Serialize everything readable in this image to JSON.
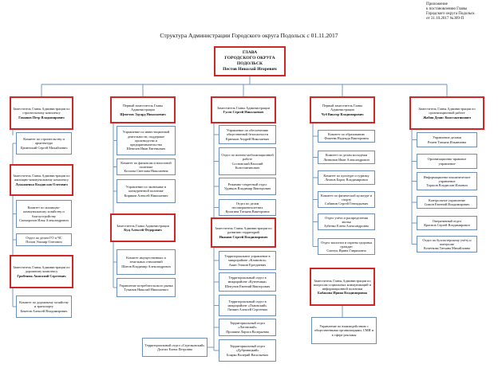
{
  "annex": {
    "line1": "Приложение",
    "line2": "к постановлению Главы",
    "line3": "Городского округа Подольск",
    "line4": "от 31.10.2017 №309-П"
  },
  "title": "Структура Администрации Городского округа Подольск с 01.11.2017",
  "colors": {
    "box_border": "#6b8fb8",
    "red_border": "#d22626",
    "line": "#6b8fb8"
  },
  "head": {
    "line1": "ГЛАВА",
    "line2": "ГОРОДСКОГО ОКРУГА",
    "line3": "ПОДОЛЬСК",
    "person": "Пестов Николай Игоревич"
  },
  "nodes": [
    {
      "id": "c1-deputy",
      "red": true,
      "text": "Заместитель Главы Администрации по строительному комплексу",
      "person": "Гаманов Петр Владимирович"
    },
    {
      "id": "c1-build",
      "red": false,
      "text": "Комитет по строительству и архитектуре",
      "person": "Цилинский Сергей Михайлович"
    },
    {
      "id": "c1-deputy2",
      "red": true,
      "text": "Заместитель Главы Администрации по жилищно-коммунальному комплексу",
      "person": "Лукьяненко Владислав Олегович"
    },
    {
      "id": "c1-zhkh",
      "red": false,
      "text": "Комитет по жилищно-коммунальному хозяйству и благоустройству",
      "person": "Скоморохов Илья Александрович"
    },
    {
      "id": "c1-gochs",
      "red": false,
      "text": "Отдел по делам ГО и ЧС",
      "person": "Попов Эльмир Олегович"
    },
    {
      "id": "c1-deputy3",
      "red": true,
      "text": "Заместитель Главы Администрации по дорожному комплексу",
      "person": "Грибенюк Анатолий Сергеевич"
    },
    {
      "id": "c1-roads",
      "red": false,
      "text": "Комитет по дорожному хозяйству и транспорту",
      "person": "Бекетов Алексей Владимирович"
    },
    {
      "id": "c2-first",
      "red": true,
      "text": "Первый заместитель Главы Администрации",
      "person": "Щепетов Эдуард Николаевич"
    },
    {
      "id": "c2-invest",
      "red": false,
      "text": "Управление по инвестиционной деятельности, поддержке производства и предпринимательства",
      "person": "Шевелев Иван Евгеньевич"
    },
    {
      "id": "c2-finance",
      "red": false,
      "text": "Комитет по финансам и налоговой политике",
      "person": "Козлова Светлана Николаевна"
    },
    {
      "id": "c2-economy",
      "red": false,
      "text": "Управление по экономике и конкурентной политике",
      "person": "Кириков Алексей Николаевич"
    },
    {
      "id": "c2-deputy",
      "red": true,
      "text": "Заместитель Главы Администрации",
      "person": "Куц Алексей Федорович"
    },
    {
      "id": "c2-property",
      "red": false,
      "text": "Комитет имущественных и земельных отношений",
      "person": "Шитов Владимир Александрович"
    },
    {
      "id": "c2-consumer",
      "red": false,
      "text": "Управление потребительского рынка",
      "person": "Туманов Николай Николаевич"
    },
    {
      "id": "c3-deputy",
      "red": true,
      "text": "Заместитель Главы Администрации",
      "person": "Гусев Сергей Николаевич"
    },
    {
      "id": "c3-safety",
      "red": false,
      "text": "Управление по обеспечению общественной безопасности",
      "person": "Крючков Андрей Николаевич"
    },
    {
      "id": "c3-military",
      "red": false,
      "text": "Отдел по военно-мобилизационной работе",
      "person": "Сосновский Василий Константинович"
    },
    {
      "id": "c3-secret",
      "red": false,
      "text": "Режимно-секретный отдел",
      "person": "Удинцов Владимир Викторович"
    },
    {
      "id": "c3-minors",
      "red": false,
      "text": "Отдел по делам несовершеннолетних",
      "person": "Кулагина Татьяна Викторовна"
    },
    {
      "id": "c3-deputy2",
      "red": true,
      "text": "Заместитель Главы Администрации по развитию территорий",
      "person": "Ивашов Сергей Владимирович"
    },
    {
      "id": "c3-klimovsk",
      "red": false,
      "text": "Территориальное управление в микрорайоне «Климовск»",
      "person": "Акин Эльчин Ергедиевич"
    },
    {
      "id": "c3-kuznechiki",
      "red": false,
      "text": "Территориальный отдел в микрорайоне «Кузнечики»",
      "person": "Шепунов Евгений Викторович"
    },
    {
      "id": "c3-lvovsky",
      "red": false,
      "text": "Территориальный отдел в микрорайоне «Львовский»",
      "person": "Литвин Алексей Сергеевич"
    },
    {
      "id": "c3-lagovsky",
      "red": false,
      "text": "Территориальный отдел «Лаговский»",
      "person": "Прошина Лариса Валерьевна"
    },
    {
      "id": "c3-dubrovitsky",
      "red": false,
      "text": "Территориальный отдел «Дубровицкий»",
      "person": "Боярко Валерий Васильевич"
    },
    {
      "id": "c3-strelkovsky",
      "red": false,
      "text": "Территориальный отдел «Стрелковский»",
      "person": "Долгих Елена Петровна"
    },
    {
      "id": "c4-first",
      "red": true,
      "text": "Первый заместитель Главы Администрации",
      "person": "Чуб Виктор Владимирович"
    },
    {
      "id": "c4-education",
      "red": false,
      "text": "Комитет по образованию",
      "person": "Фокеева Надежда Викторовна"
    },
    {
      "id": "c4-youth",
      "red": false,
      "text": "Комитет по делам молодёжи",
      "person": "Литвинов Иван Александрович"
    },
    {
      "id": "c4-culture",
      "red": false,
      "text": "Комитет по культуре и туризму",
      "person": "Леонов Борис Владимирович"
    },
    {
      "id": "c4-sport",
      "red": false,
      "text": "Комитет по физической культуре и спорту",
      "person": "Сабинин Сергей Геннадьевич"
    },
    {
      "id": "c4-zags",
      "red": false,
      "text": "Отдел учёта и распределения жилья",
      "person": "Зубенко Елена Александровна"
    },
    {
      "id": "c4-ecology",
      "red": false,
      "text": "Отдел экологии и охраны здоровья граждан",
      "person": "Смочук Ирина Гавриловна"
    },
    {
      "id": "c4-deputy",
      "red": true,
      "text": "Заместитель Главы Администрации по вопросам социальных коммуникаций и информационной политики",
      "person": "Бабакова Ирина Владимировна"
    },
    {
      "id": "c4-comms",
      "red": false,
      "text": "Управление по взаимодействию с общественными организациями, СМИ и в сфере рекламы",
      "person": ""
    },
    {
      "id": "c5-deputy",
      "red": true,
      "text": "Заместитель Главы Администрации по организационной работе",
      "person": "Жабин Денис Константинович"
    },
    {
      "id": "c5-affairs",
      "red": false,
      "text": "Управление делами",
      "person": "Ромен Татьяна Ильинична"
    },
    {
      "id": "c5-legal",
      "red": false,
      "text": "Организационно-правовое управление",
      "person": ""
    },
    {
      "id": "c5-analytics",
      "red": false,
      "text": "Информационно-аналитическое управление",
      "person": "Тарасов Владислав Ильевич"
    },
    {
      "id": "c5-control",
      "red": false,
      "text": "Контрольное управление",
      "person": "Симон Евгений Владимирович"
    },
    {
      "id": "c5-operative",
      "red": false,
      "text": "Оперативный отдел",
      "person": "Краснов Сергей Владимирович"
    },
    {
      "id": "c5-accounting",
      "red": false,
      "text": "Отдел по бухгалтерскому учёту и контролю",
      "person": "Кочеткова Татьяна Михайловна"
    }
  ]
}
